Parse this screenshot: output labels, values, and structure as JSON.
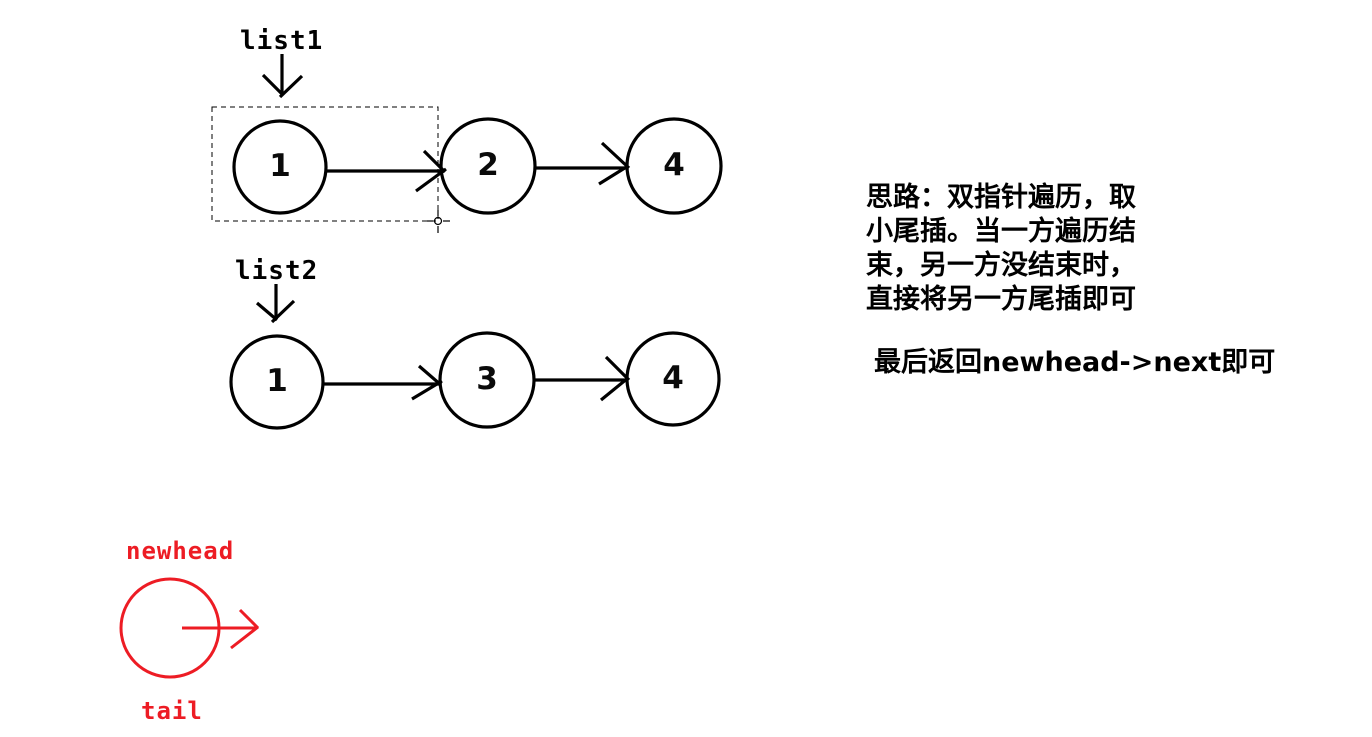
{
  "canvas": {
    "background_color": "#ffffff",
    "ink_color": "#000000",
    "accent_color": "#ed1c24"
  },
  "list1": {
    "label": "list1",
    "nodes": [
      {
        "value": "1"
      },
      {
        "value": "2"
      },
      {
        "value": "4"
      }
    ]
  },
  "list2": {
    "label": "list2",
    "nodes": [
      {
        "value": "1"
      },
      {
        "value": "3"
      },
      {
        "value": "4"
      }
    ]
  },
  "notes": {
    "idea_lines": [
      "思路：双指针遍历，取",
      "小尾插。当一方遍历结",
      "束，另一方没结束时，",
      "直接将另一方尾插即可"
    ],
    "return_note": "最后返回newhead->next即可"
  },
  "result": {
    "head_label": "newhead",
    "tail_label": "tail"
  }
}
